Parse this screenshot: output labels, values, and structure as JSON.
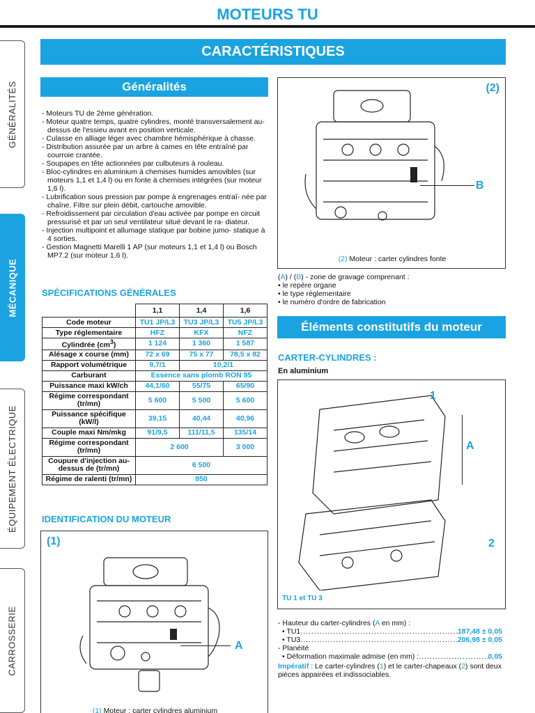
{
  "header": {
    "title": "MOTEURS TU"
  },
  "tabs": [
    "GÉNÉRALITÉS",
    "MÉCANIQUE",
    "ÉQUIPEMENT ÉLECTRIQUE",
    "CARROSSERIE"
  ],
  "banner": "CARACTÉRISTIQUES",
  "generalites": {
    "title": "Généralités",
    "items": [
      "- Moteurs TU de 2ème génération.",
      "- Moteur quatre temps, quatre cylindres, monté transversalement au-dessus de l'essieu avant en position verticale.",
      "- Culasse en alliage léger avec chambre hémisphérique à chasse.",
      "- Distribution assurée par un arbre à cames en tête entraîné par courroie crantée.",
      "- Soupapes en tête actionnées par culbuteurs à rouleau.",
      "- Bloc-cylindres en aluminium à chemises humides amovibles (sur moteurs 1,1 et 1,4 l) ou en fonte à chemises intégrées (sur moteur 1,6 l).",
      "- Lubrification sous pression par pompe à engrenages entraî- née par chaîne. Filtre sur plein débit, cartouche amovible.",
      "- Refroidissement par circulation d'eau activée par pompe en circuit pressurisé et par un seul ventilateur situé devant le ra- diateur.",
      "- Injection multipoint et allumage statique par bobine jumo- statique à 4 sorties.",
      "- Gestion Magnetti Marelli 1 AP (sur moteurs 1,1 et 1,4 l) ou Bosch MP7.2 (sur moteur 1,6 l)."
    ]
  },
  "spec": {
    "title": "SPÉCIFICATIONS GÉNÉRALES",
    "cols": [
      "1,1",
      "1,4",
      "1,6"
    ],
    "code_moteur": {
      "label": "Code moteur",
      "v": [
        "TU1 JP/L3",
        "TU3 JP/L3",
        "TU5 JP/L3"
      ]
    },
    "type_regl": {
      "label": "Type réglementaire",
      "v": [
        "HFZ",
        "KFX",
        "NFZ"
      ]
    },
    "cylindree": {
      "label": "Cylindrée (cm",
      "sup": "3",
      "close": ")",
      "v": [
        "1 124",
        "1 360",
        "1 587"
      ]
    },
    "alesage": {
      "label": "Alésage x course (mm)",
      "v": [
        "72 x 69",
        "75 x 77",
        "78,5 x 82"
      ]
    },
    "rapport": {
      "label": "Rapport volumétrique",
      "v": [
        "9,7/1",
        "10,2/1"
      ]
    },
    "carburant": {
      "label": "Carburant",
      "v": "Essence sans plomb RON 95"
    },
    "puissance": {
      "label": "Puissance maxi kW/ch",
      "v": [
        "44,1/60",
        "55/75",
        "65/90"
      ]
    },
    "regime1": {
      "label": "Régime correspondant (tr/mn)",
      "v": [
        "5 600",
        "5 500",
        "5 600"
      ]
    },
    "puiss_spec": {
      "label": "Puissance spécifique (kW/l)",
      "v": [
        "39,15",
        "40,44",
        "40,96"
      ]
    },
    "couple": {
      "label": "Couple maxi Nm/mkg",
      "v": [
        "91/9,5",
        "111/11,5",
        "135/14"
      ]
    },
    "regime2": {
      "label": "Régime correspondant (tr/mn)",
      "v": [
        "2 600",
        "3 000"
      ]
    },
    "coupure": {
      "label": "Coupure d'injection au- dessus de (tr/mn)",
      "v": "6 500"
    },
    "ralenti": {
      "label": "Régime de ralenti (tr/mn)",
      "v": "850"
    }
  },
  "ident": {
    "title": "IDENTIFICATION DU MOTEUR",
    "fig_label": "(1)",
    "callout": "A",
    "cap_num": "(1)",
    "cap_text": " Moteur : carter cylindres aluminium"
  },
  "fig2": {
    "fig_label": "(2)",
    "callout": "B",
    "cap_num": "(2)",
    "cap_text": " Moteur : carter cylindres fonte"
  },
  "zone": {
    "a": "A",
    "sep": ") / (",
    "b": "B",
    "text": ") - zone de gravage comprenant :",
    "items": [
      "• le repère organe",
      "• le type réglementaire",
      "• le numéro d'ordre de fabrication"
    ]
  },
  "elements": {
    "title": "Éléments constitutifs du moteur",
    "carter_title": "CARTER-CYLINDRES :",
    "carter_sub": "En aluminium",
    "fig_callouts": [
      "1",
      "A",
      "2"
    ],
    "fig_caption": "TU 1 et TU 3",
    "hauteur": {
      "pre": "- Hauteur du carter-cylindres (",
      "a": "A",
      "post": " en mm) :",
      "tu1_label": "• TU1",
      "tu1_val": "187,48 ± 0,05",
      "tu3_label": "• TU3",
      "tu3_val": "206,98 ± 0,05"
    },
    "planeite": "- Planéité",
    "deform_label": "• Déformation maximale admise (en mm) :",
    "deform_val": "0,05",
    "imperatif_label": "Impératif",
    "imperatif_a": " : Le carter-cylindres (",
    "n1": "1",
    "imperatif_b": ") et le carter-chapeaux (",
    "n2": "2",
    "imperatif_c": ") sont deux pièces appairées et indissociables."
  }
}
